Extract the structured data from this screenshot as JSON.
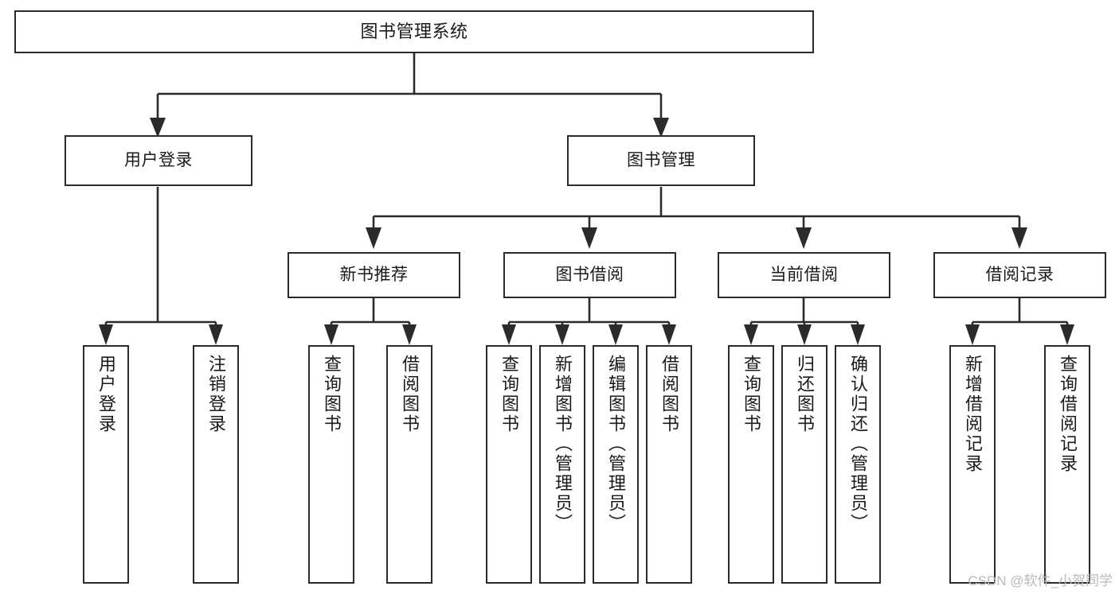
{
  "diagram": {
    "title": "图书管理系统",
    "type": "tree-hierarchy-diagram",
    "colors": {
      "box_border": "#2b2b2b",
      "box_fill": "#ffffff",
      "connector": "#2b2b2b",
      "background": "#ffffff",
      "watermark": "#b9b9b9"
    },
    "nodes": {
      "root": {
        "label": "图书管理系统"
      },
      "level2": [
        {
          "label": "用户登录"
        },
        {
          "label": "图书管理"
        }
      ],
      "level3": [
        {
          "label": "新书推荐"
        },
        {
          "label": "图书借阅"
        },
        {
          "label": "当前借阅"
        },
        {
          "label": "借阅记录"
        }
      ],
      "leaves_user_login": [
        {
          "label": "用户登录"
        },
        {
          "label": "注销登录"
        }
      ],
      "leaves_new_book": [
        {
          "label": "查询图书"
        },
        {
          "label": "借阅图书"
        }
      ],
      "leaves_borrow": [
        {
          "label": "查询图书"
        },
        {
          "label": "新增图书（管理员）"
        },
        {
          "label": "编辑图书（管理员）"
        },
        {
          "label": "借阅图书"
        }
      ],
      "leaves_current": [
        {
          "label": "查询图书"
        },
        {
          "label": "归还图书"
        },
        {
          "label": "确认归还（管理员）"
        }
      ],
      "leaves_records": [
        {
          "label": "新增借阅记录"
        },
        {
          "label": "查询借阅记录"
        }
      ]
    },
    "watermark": "CSDN @软件_小贺同学"
  }
}
